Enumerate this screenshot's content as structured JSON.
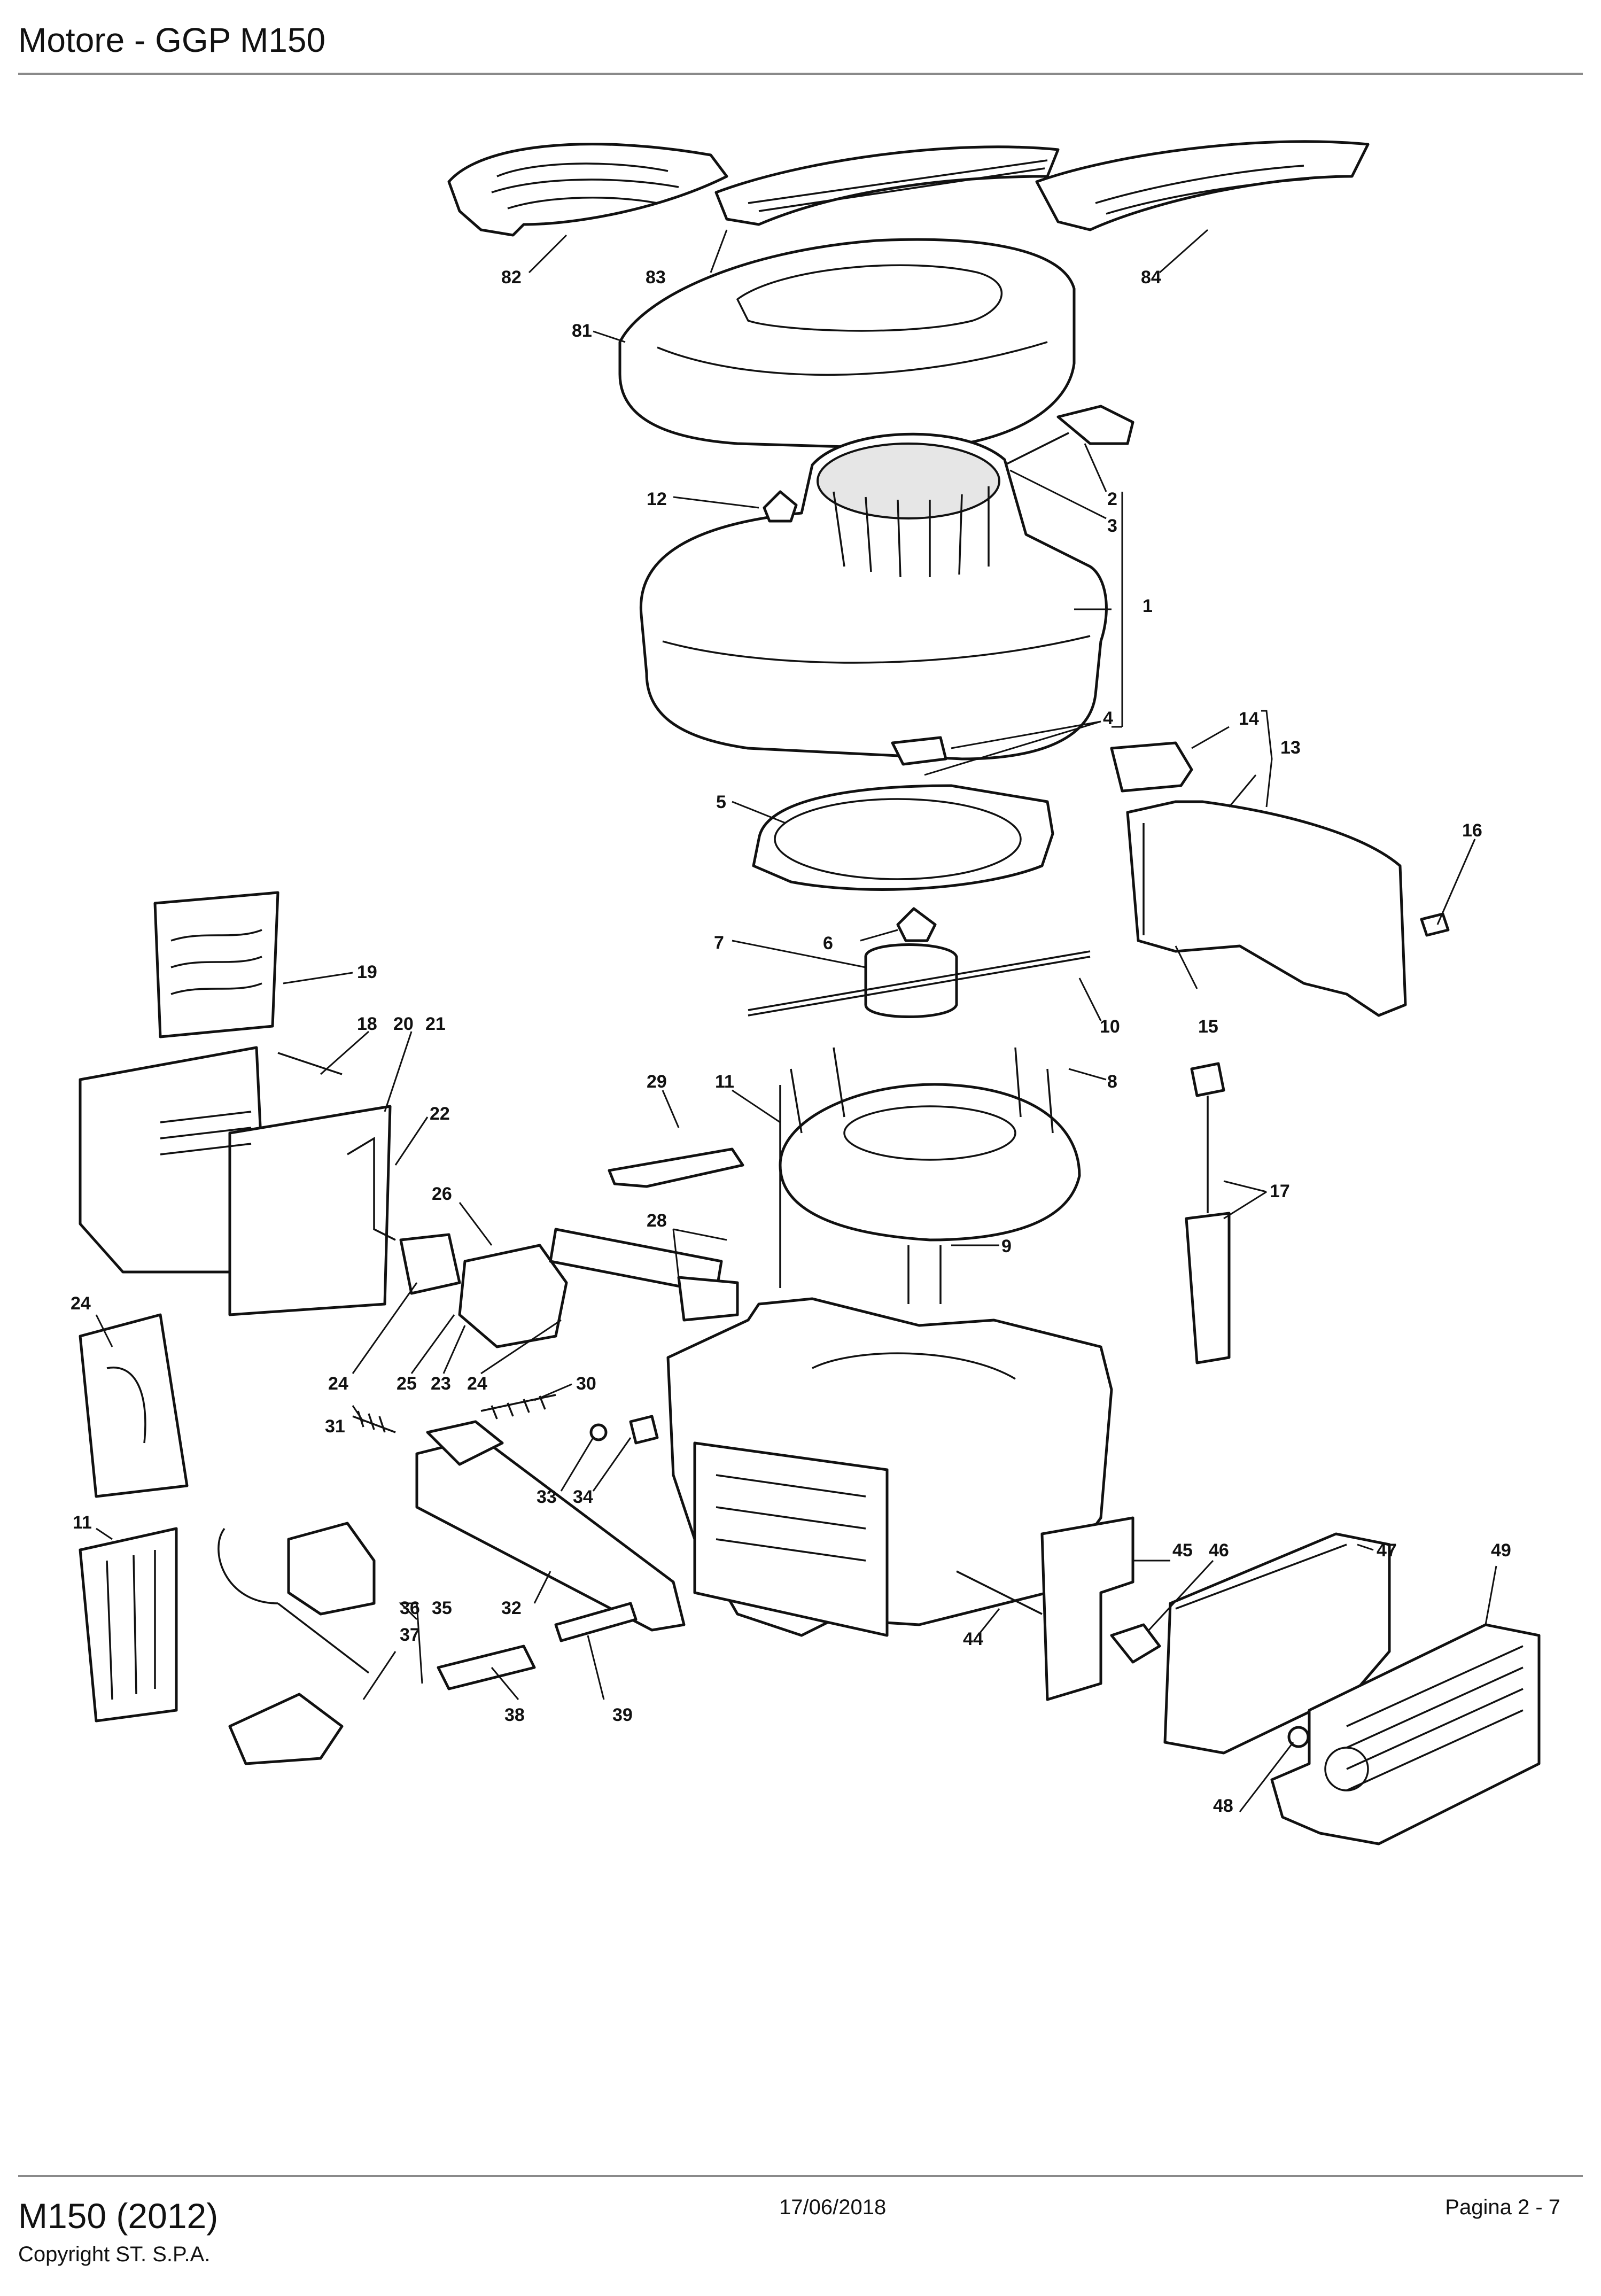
{
  "header": {
    "title": "Motore - GGP M150"
  },
  "footer": {
    "model": "M150 (2012)",
    "copyright": "Copyright ST. S.P.A.",
    "date": "17/06/2018",
    "page": "Pagina 2 - 7"
  },
  "diagram": {
    "labels": {
      "p82": "82",
      "p83": "83",
      "p84": "84",
      "p81": "81",
      "p12": "12",
      "p2": "2",
      "p3": "3",
      "p1": "1",
      "p4": "4",
      "p14": "14",
      "p13": "13",
      "p5": "5",
      "p16": "16",
      "p6": "6",
      "p7": "7",
      "p10": "10",
      "p15": "15",
      "p19": "19",
      "p18": "18",
      "p20": "20",
      "p21": "21",
      "p29": "29",
      "p11a": "11",
      "p8": "8",
      "p22": "22",
      "p26": "26",
      "p28": "28",
      "p17": "17",
      "p9": "9",
      "p24a": "24",
      "p24b": "24",
      "p25": "25",
      "p23": "23",
      "p24c": "24",
      "p30": "30",
      "p31": "31",
      "p33": "33",
      "p34": "34",
      "p11b": "11",
      "p36": "36",
      "p35": "35",
      "p37": "37",
      "p32": "32",
      "p45": "45",
      "p46": "46",
      "p47": "47",
      "p49": "49",
      "p44": "44",
      "p38": "38",
      "p39": "39",
      "p48": "48"
    }
  }
}
